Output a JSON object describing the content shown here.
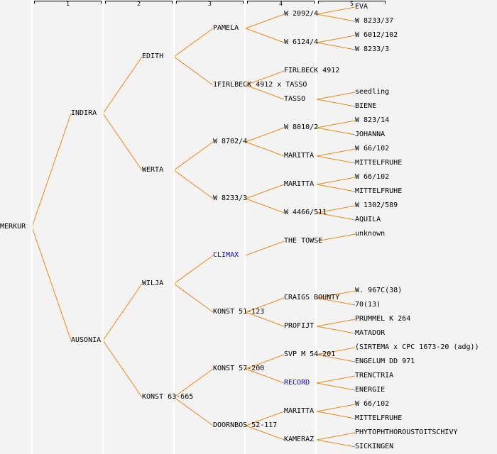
{
  "header": {
    "generations": [
      "1",
      "2",
      "3",
      "4",
      "5"
    ]
  },
  "colors": {
    "line": "#ee8811",
    "link": "#0000cc",
    "text": "#000000",
    "background": "#f3f3f3"
  },
  "pedigree": {
    "name": "MERKUR",
    "children": [
      {
        "name": "INDIRA",
        "children": [
          {
            "name": "EDITH",
            "children": [
              {
                "name": "PAMELA",
                "children": [
                  {
                    "name": "W 2092/4",
                    "children": [
                      {
                        "name": "EVA"
                      },
                      {
                        "name": "W 8233/37"
                      }
                    ]
                  },
                  {
                    "name": "W 6124/4",
                    "children": [
                      {
                        "name": "W 6012/102"
                      },
                      {
                        "name": "W 8233/3"
                      }
                    ]
                  }
                ]
              },
              {
                "name": "1FIRLBECK 4912 x TASSO",
                "children": [
                  {
                    "name": "FIRLBECK 4912"
                  },
                  {
                    "name": "TASSO",
                    "children": [
                      {
                        "name": "seedling"
                      },
                      {
                        "name": "BIENE"
                      }
                    ]
                  }
                ]
              }
            ]
          },
          {
            "name": "WERTA",
            "children": [
              {
                "name": "W 8702/4",
                "children": [
                  {
                    "name": "W 8010/2",
                    "children": [
                      {
                        "name": "W 823/14"
                      },
                      {
                        "name": "JOHANNA"
                      }
                    ]
                  },
                  {
                    "name": "MARITTA",
                    "children": [
                      {
                        "name": "W 66/102"
                      },
                      {
                        "name": "MITTELFRUHE"
                      }
                    ]
                  }
                ]
              },
              {
                "name": "W 8233/3",
                "children": [
                  {
                    "name": "MARITTA",
                    "children": [
                      {
                        "name": "W 66/102"
                      },
                      {
                        "name": "MITTELFRUHE"
                      }
                    ]
                  },
                  {
                    "name": "W 4466/511",
                    "children": [
                      {
                        "name": "W 1302/589"
                      },
                      {
                        "name": "AQUILA"
                      }
                    ]
                  }
                ]
              }
            ]
          }
        ]
      },
      {
        "name": "AUSONIA",
        "children": [
          {
            "name": "WILJA",
            "children": [
              {
                "name": "CLIMAX",
                "link": true,
                "children": [
                  {
                    "name": "THE TOWSE",
                    "children": [
                      {
                        "name": "unknown"
                      }
                    ]
                  }
                ]
              },
              {
                "name": "KONST 51-123",
                "children": [
                  {
                    "name": "CRAIGS BOUNTY",
                    "children": [
                      {
                        "name": "W. 967C(38)"
                      },
                      {
                        "name": "70(13)"
                      }
                    ]
                  },
                  {
                    "name": "PROFIJT",
                    "children": [
                      {
                        "name": "PRUMMEL K 264"
                      },
                      {
                        "name": "MATADOR"
                      }
                    ]
                  }
                ]
              }
            ]
          },
          {
            "name": "KONST 63-665",
            "children": [
              {
                "name": "KONST 57-200",
                "children": [
                  {
                    "name": "SVP M 54-201",
                    "children": [
                      {
                        "name": "(SIRTEMA x CPC 1673-20 (adg))"
                      },
                      {
                        "name": "ENGELUM DD 971"
                      }
                    ]
                  },
                  {
                    "name": "RECORD",
                    "link": true,
                    "children": [
                      {
                        "name": "TRENCTRIA"
                      },
                      {
                        "name": "ENERGIE"
                      }
                    ]
                  }
                ]
              },
              {
                "name": "DOORNBOS 52-117",
                "children": [
                  {
                    "name": "MARITTA",
                    "children": [
                      {
                        "name": "W 66/102"
                      },
                      {
                        "name": "MITTELFRUHE"
                      }
                    ]
                  },
                  {
                    "name": "KAMERAZ",
                    "children": [
                      {
                        "name": "PHYTOPHTHOROUSTOITSCHIVY"
                      },
                      {
                        "name": "SICKINGEN"
                      }
                    ]
                  }
                ]
              }
            ]
          }
        ]
      }
    ]
  }
}
